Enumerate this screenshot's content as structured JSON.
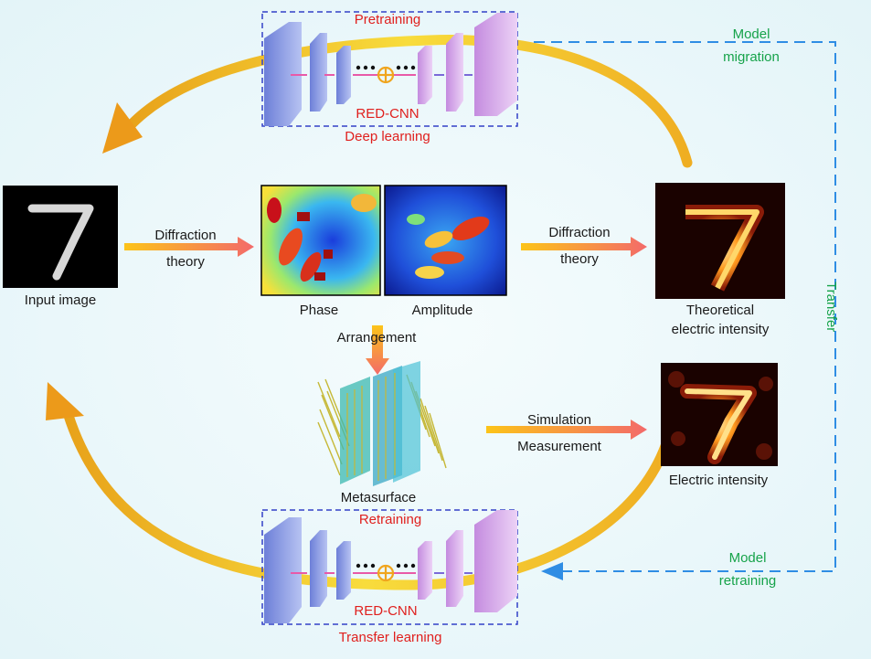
{
  "top_box": {
    "title": "Pretraining",
    "network": "RED-CNN",
    "caption": "Deep learning"
  },
  "bottom_box": {
    "title": "Retraining",
    "network": "RED-CNN",
    "caption": "Transfer learning"
  },
  "labels": {
    "model_migration_1": "Model",
    "model_migration_2": "migration",
    "transfer": "Transfer",
    "model_retraining_1": "Model",
    "model_retraining_2": "retraining",
    "input_image": "Input image",
    "diffraction_1a": "Diffraction",
    "diffraction_1b": "theory",
    "phase": "Phase",
    "amplitude": "Amplitude",
    "diffraction_2a": "Diffraction",
    "diffraction_2b": "theory",
    "theoretical_1": "Theoretical",
    "theoretical_2": "electric intensity",
    "arrangement": "Arrangement",
    "metasurface": "Metasurface",
    "simulation": "Simulation",
    "measurement": "Measurement",
    "electric_intensity": "Electric intensity"
  },
  "colors": {
    "red_text": "#e0201e",
    "green_text": "#16a34a",
    "dashed_blue": "#2f8de4",
    "box_border": "#3340c8",
    "cycle_arrow": "#f2a81d"
  }
}
